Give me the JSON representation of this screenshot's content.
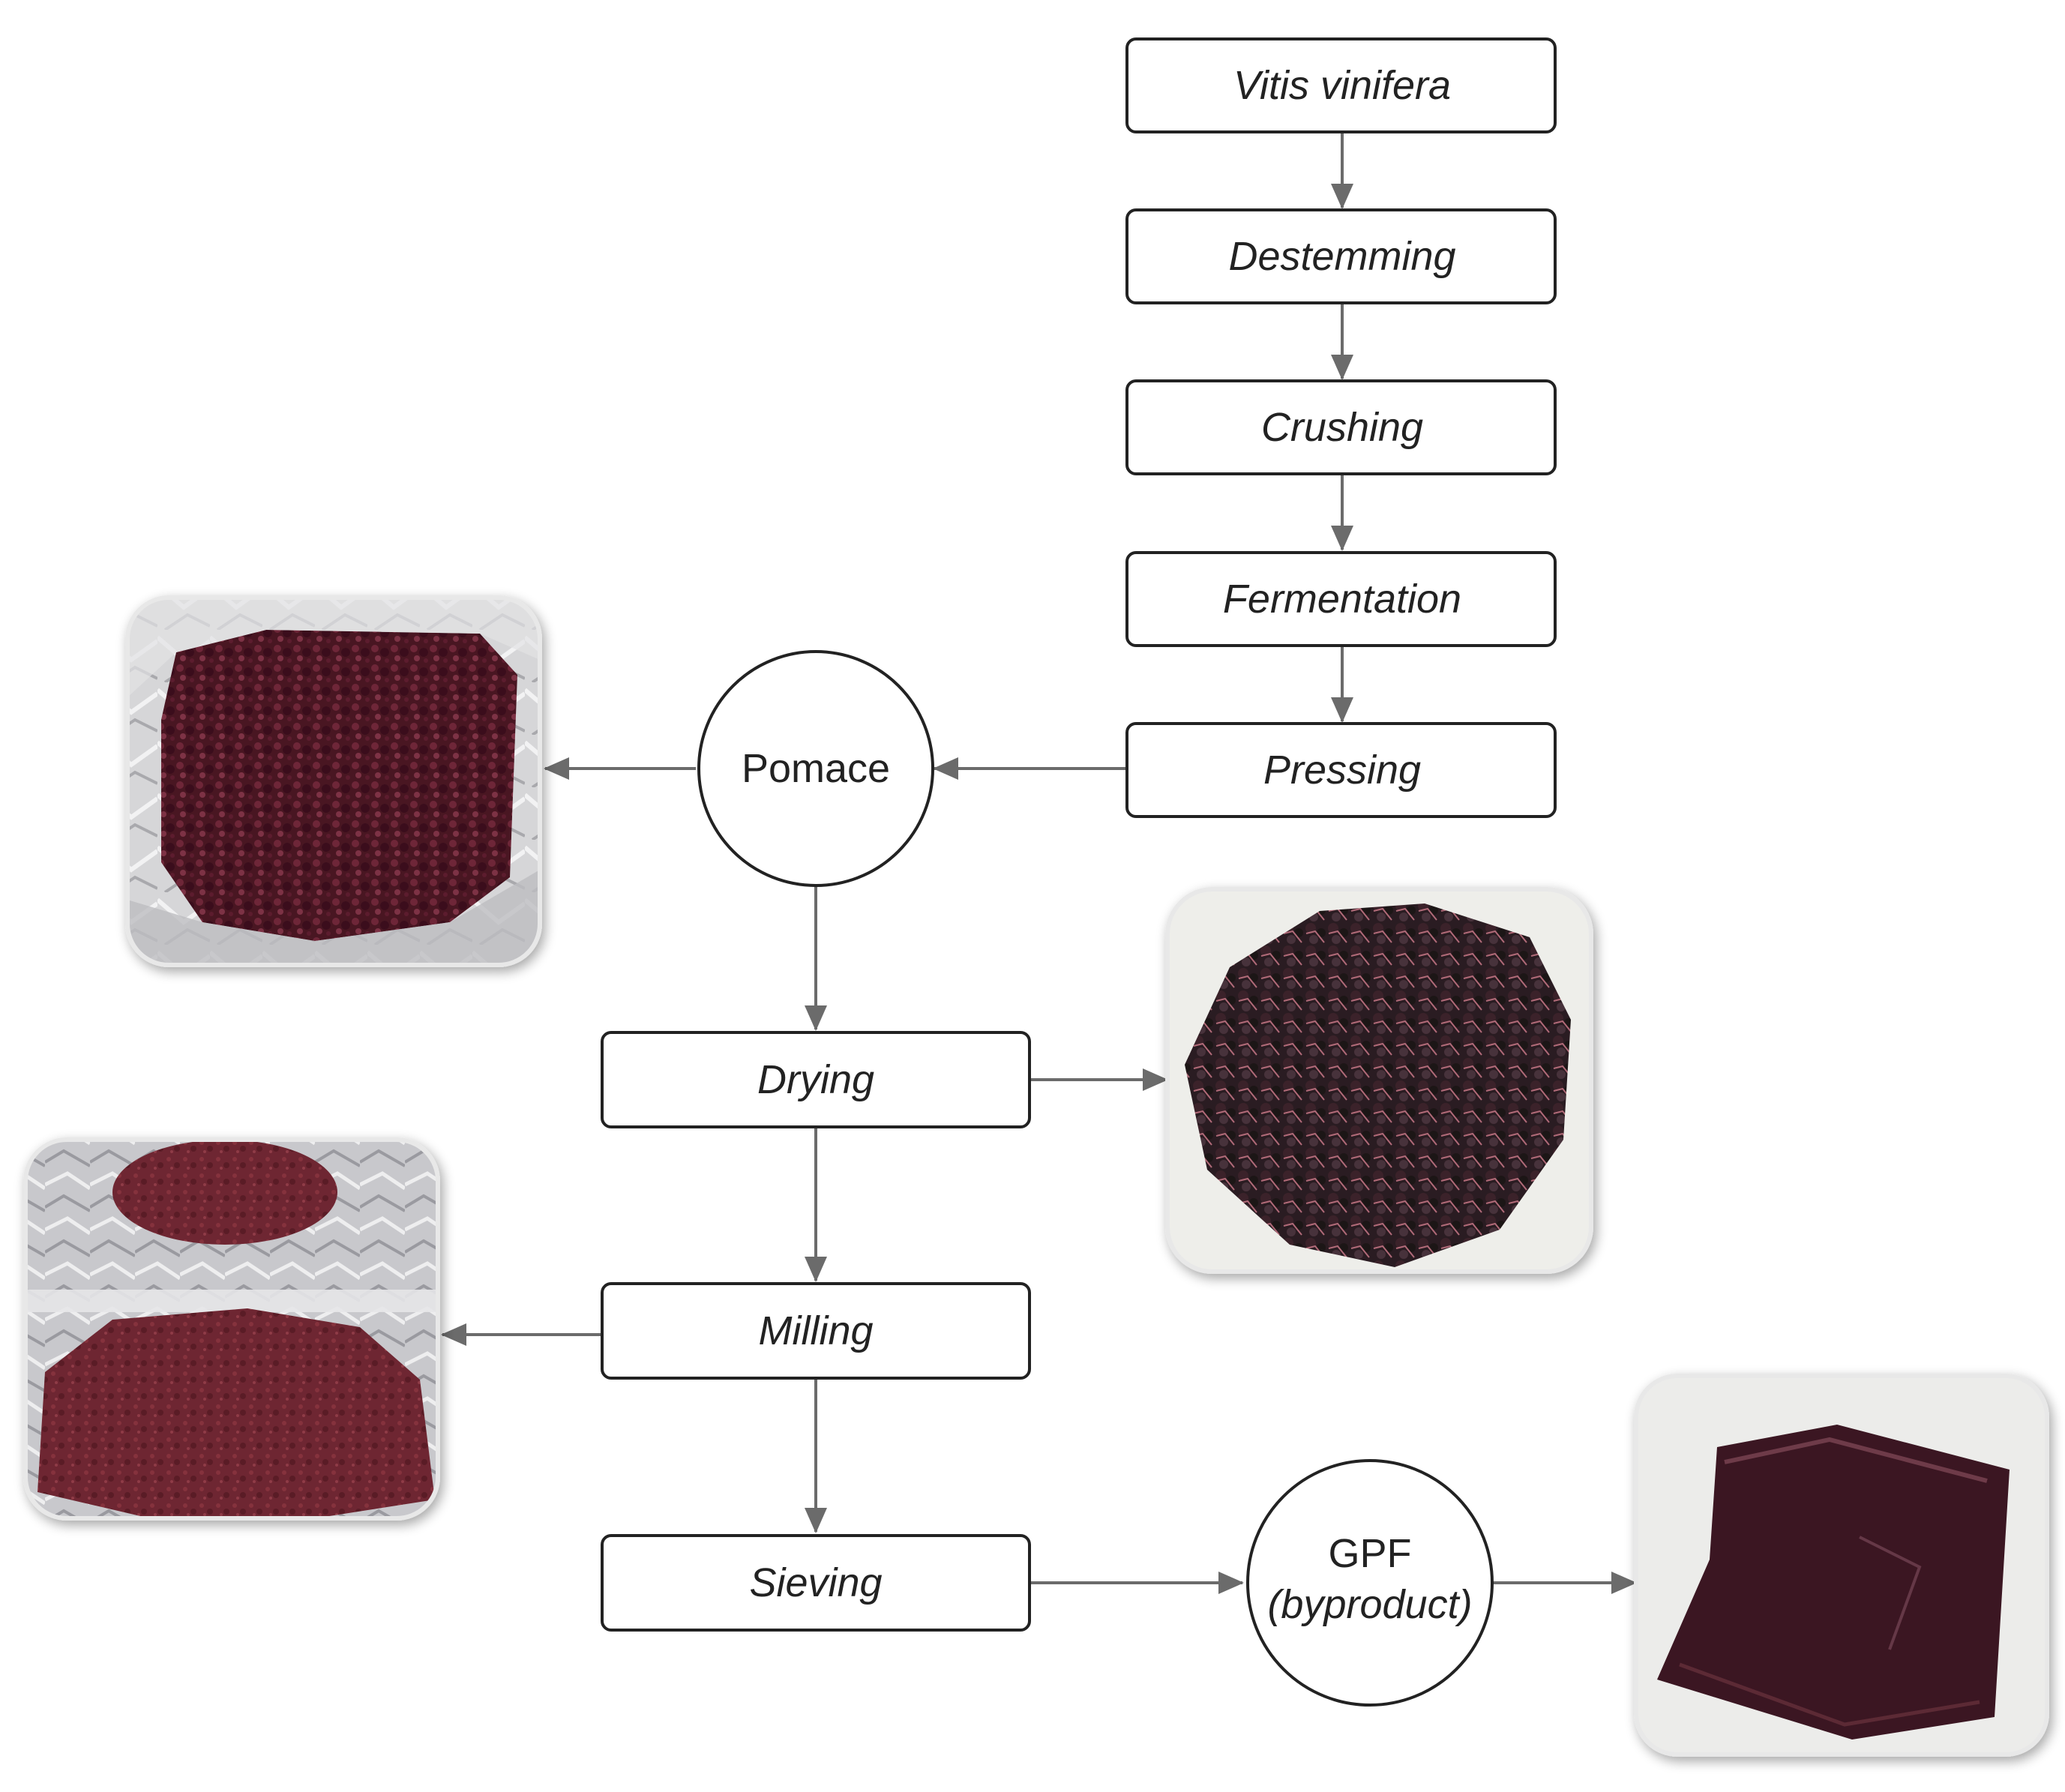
{
  "nodes": {
    "vitis": "Vitis vinifera",
    "destemming": "Destemming",
    "crushing": "Crushing",
    "fermentation": "Fermentation",
    "pressing": "Pressing",
    "pomace": "Pomace",
    "drying": "Drying",
    "milling": "Milling",
    "sieving": "Sieving",
    "gpf_line1": "GPF",
    "gpf_line2": "(byproduct)"
  },
  "colors": {
    "stroke": "#222222",
    "arrow": "#6b6b6b",
    "pomace_wet": "#5a1e2a",
    "dried": "#2e1a20",
    "powder": "#7a2a30",
    "bagged": "#3a1520"
  }
}
